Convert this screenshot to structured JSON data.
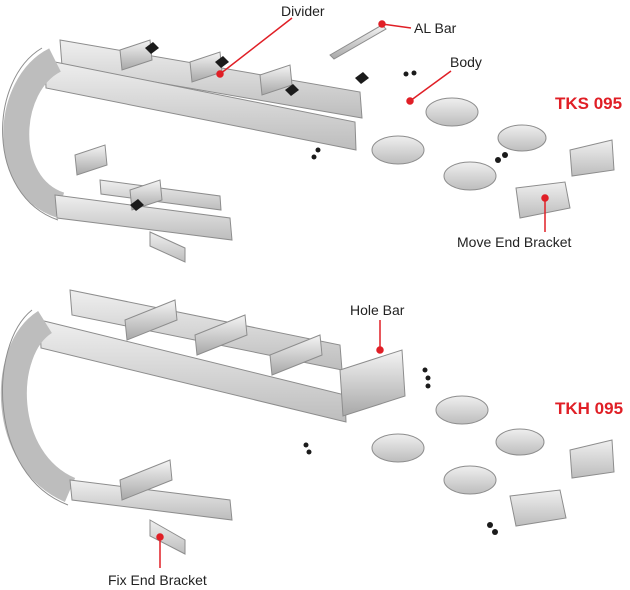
{
  "labels": {
    "divider": "Divider",
    "al_bar": "AL Bar",
    "body": "Body",
    "move_end_bracket": "Move End Bracket",
    "hole_bar": "Hole Bar",
    "fix_end_bracket": "Fix End Bracket"
  },
  "models": {
    "tks": "TKS 095",
    "tkh": "TKH 095"
  },
  "colors": {
    "accent": "#e01f26",
    "metal_light": "#e2e2e2",
    "metal_mid": "#c4c4c4",
    "metal_dark": "#8d8d8d",
    "hole": "#9a9a9a",
    "fastener": "#1b1b1b"
  }
}
